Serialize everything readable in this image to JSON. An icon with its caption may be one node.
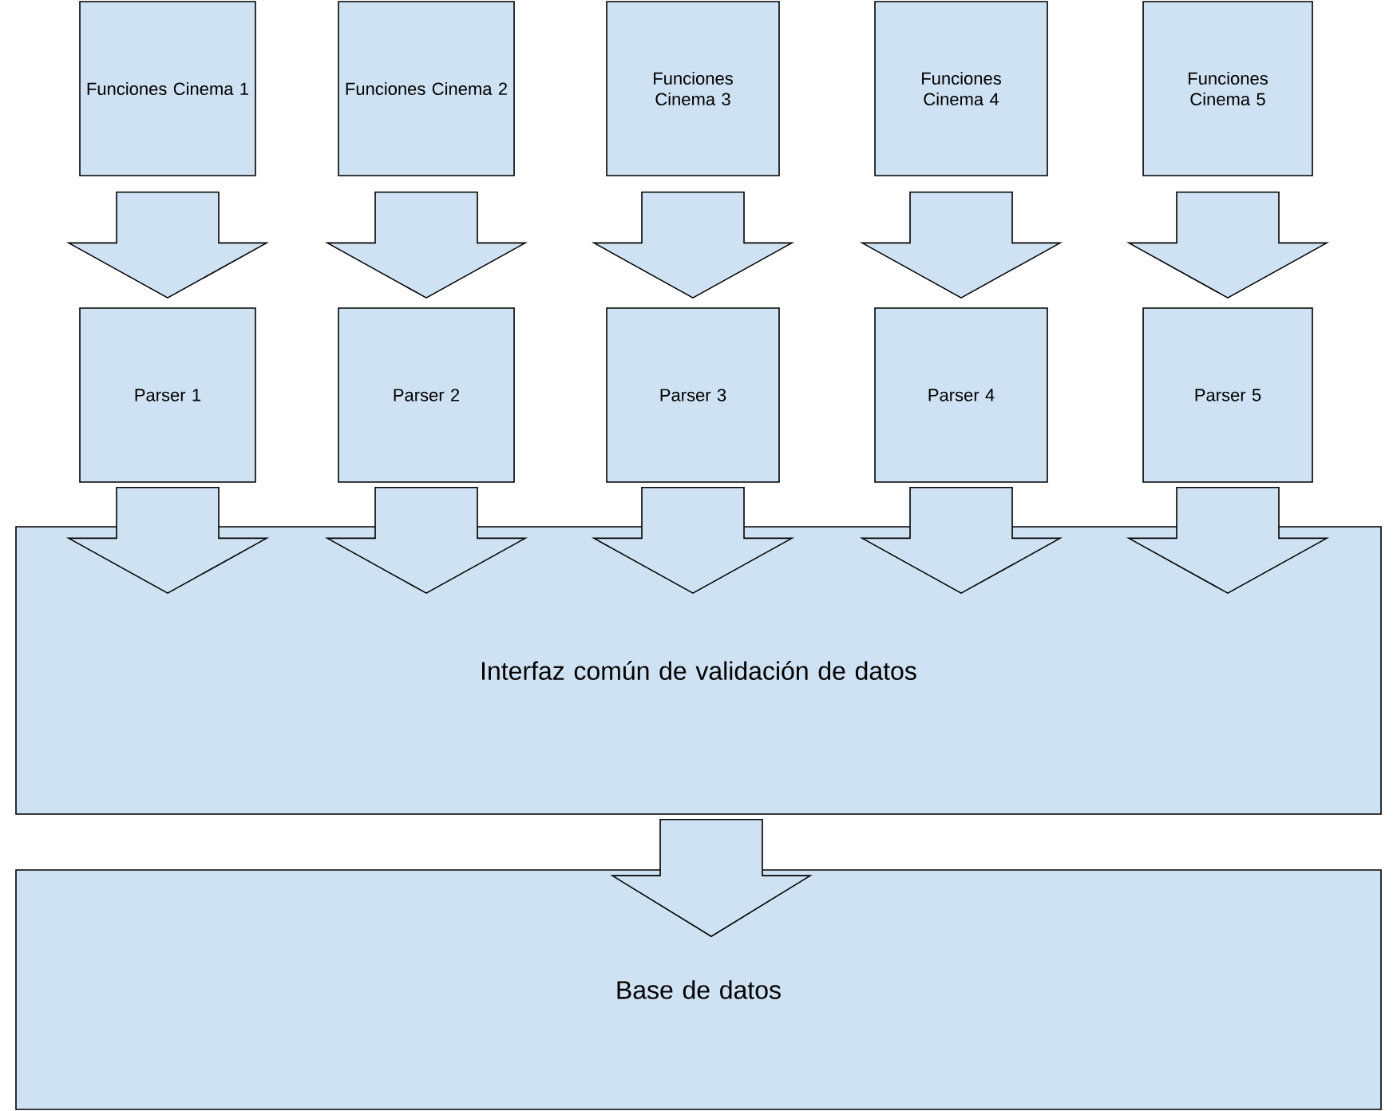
{
  "diagram": {
    "nodes": [
      {
        "text": [
          "Funciones Cinema 1"
        ]
      },
      {
        "text": [
          "Funciones Cinema 2"
        ]
      },
      {
        "text": [
          "Funciones Cinema 3"
        ]
      },
      {
        "text": [
          "Funciones Cinema 4"
        ]
      },
      {
        "text": [
          "Funciones Cinema 5"
        ]
      },
      {
        "text": [
          "Parser 1"
        ]
      },
      {
        "text": [
          "Parser 2"
        ]
      },
      {
        "text": [
          "Parser 3"
        ]
      },
      {
        "text": [
          "Parser 4"
        ]
      },
      {
        "text": [
          "Parser 5"
        ]
      },
      {
        "text": [
          "Interfaz común de validación de datos"
        ]
      },
      {
        "text": [
          "Base de datos"
        ]
      }
    ],
    "edges": [
      {
        "from": 0,
        "to": 5,
        "arrow": "to"
      },
      {
        "from": 1,
        "to": 6,
        "arrow": "to"
      },
      {
        "from": 2,
        "to": 7,
        "arrow": "to"
      },
      {
        "from": 3,
        "to": 8,
        "arrow": "to"
      },
      {
        "from": 4,
        "to": 9,
        "arrow": "to"
      },
      {
        "from": 5,
        "to": 10,
        "arrow": "to"
      },
      {
        "from": 6,
        "to": 10,
        "arrow": "to"
      },
      {
        "from": 7,
        "to": 10,
        "arrow": "to"
      },
      {
        "from": 8,
        "to": 10,
        "arrow": "to"
      },
      {
        "from": 9,
        "to": 10,
        "arrow": "to"
      },
      {
        "from": 10,
        "to": 11,
        "arrow": "to"
      }
    ]
  }
}
